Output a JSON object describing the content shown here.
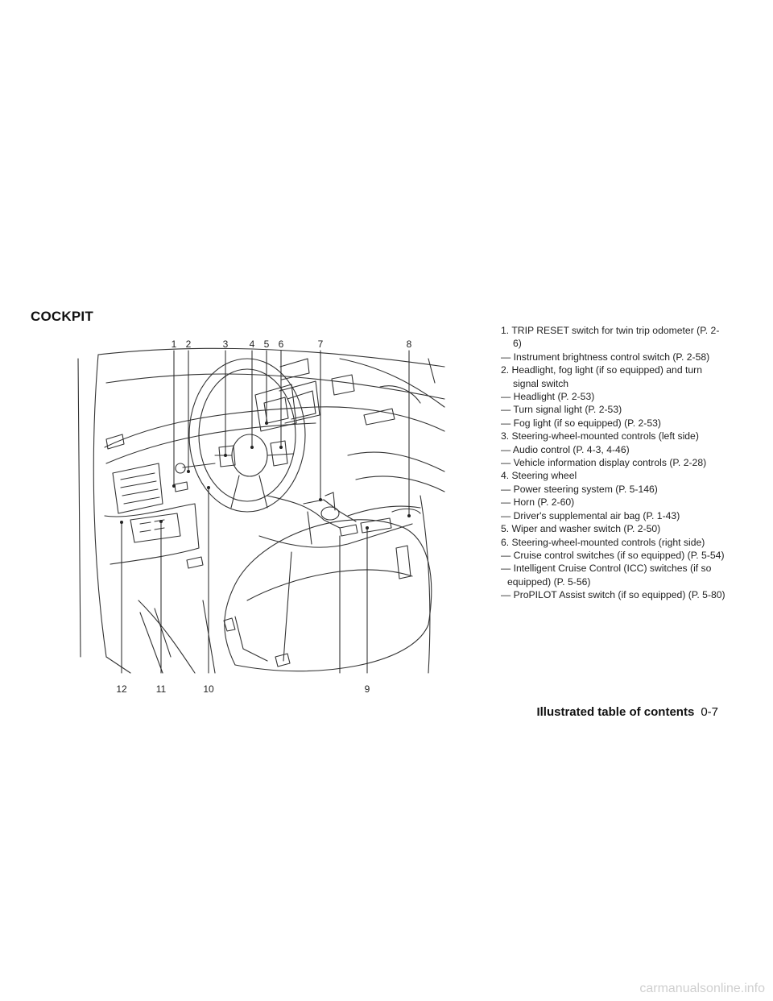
{
  "section_title": "COCKPIT",
  "callouts": {
    "top": [
      "1",
      "2",
      "3",
      "4",
      "5",
      "6",
      "7",
      "8"
    ],
    "bottom": [
      "12",
      "11",
      "10",
      "9"
    ]
  },
  "items": [
    {
      "head": "1.  TRIP RESET switch for twin trip odometer (P. 2-6)",
      "subs": [
        "— Instrument brightness control switch (P. 2-58)"
      ]
    },
    {
      "head": "2.  Headlight, fog light (if so equipped) and turn signal switch",
      "subs": [
        "— Headlight (P. 2-53)",
        "— Turn signal light (P. 2-53)",
        "— Fog light (if so equipped) (P. 2-53)"
      ]
    },
    {
      "head": "3.  Steering-wheel-mounted controls (left side)",
      "subs": [
        "— Audio control (P. 4-3, 4-46)",
        "— Vehicle information display controls (P. 2-28)"
      ]
    },
    {
      "head": "4.  Steering wheel",
      "subs": [
        "— Power steering system (P. 5-146)",
        "— Horn (P. 2-60)",
        "— Driver's supplemental air bag (P. 1-43)"
      ]
    },
    {
      "head": "5.  Wiper and washer switch (P. 2-50)",
      "subs": []
    },
    {
      "head": "6.  Steering-wheel-mounted controls (right side)",
      "subs": [
        "— Cruise control switches (if so equipped) (P. 5-54)",
        "— Intelligent Cruise Control (ICC) switches (if so equipped) (P. 5-56)",
        "— ProPILOT Assist switch (if so equipped) (P. 5-80)"
      ]
    }
  ],
  "footer": {
    "title": "Illustrated table of contents",
    "page": "0-7"
  },
  "watermark": "carmanualsonline.info"
}
